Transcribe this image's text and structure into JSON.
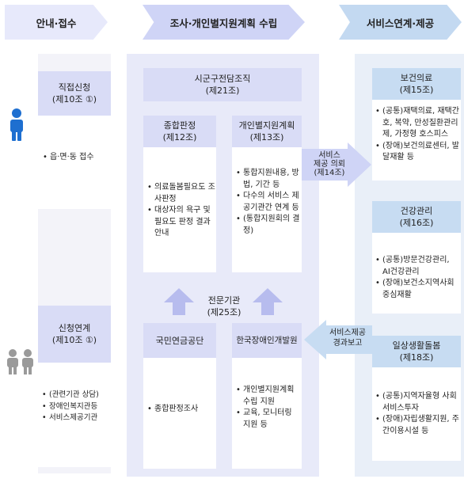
{
  "stages": [
    {
      "label": "안내·접수"
    },
    {
      "label": "조사·개인별지원계획 수립"
    },
    {
      "label": "서비스연계·제공"
    }
  ],
  "intake": {
    "direct": {
      "title": "직접신청",
      "article": "(제10조 ①)",
      "items": [
        "읍·면·동 접수"
      ]
    },
    "linked": {
      "title": "신청연계",
      "article": "(제10조 ①)",
      "items": [
        "(관련기관 상담)",
        "장애인복지관등",
        "서비스제공기관"
      ]
    }
  },
  "planning": {
    "team": {
      "title": "시군구전담조직",
      "article": "(제21조)"
    },
    "judgment": {
      "title": "종합판정",
      "article": "(제12조)",
      "items": [
        "의료돌봄필요도 조사판정",
        "대상자의 욕구 및 필요도 판정 결과 안내"
      ]
    },
    "plan": {
      "title": "개인별지원계획",
      "article": "(제13조)",
      "items": [
        "통합지원내용, 방법, 기간 등",
        "다수의 서비스 제공기관간 연계 등",
        "(통합지원회의 결정)"
      ]
    },
    "experts": {
      "title": "전문기관",
      "article": "(제25조)"
    },
    "nps": {
      "title": "국민연금공단",
      "items": [
        "종합판정조사"
      ]
    },
    "kead": {
      "title": "한국장애인개발원",
      "items": [
        "개인별지원계획 수립 지원",
        "교육, 모니터링 지원 등"
      ]
    }
  },
  "arrows": {
    "request": {
      "line1": "서비스",
      "line2": "제공 의뢰",
      "line3": "(제14조)"
    },
    "report": {
      "line1": "서비스제공",
      "line2": "경과보고"
    }
  },
  "services": {
    "medical": {
      "title": "보건의료",
      "article": "(제15조)",
      "items": [
        "(공통)재택의료, 재택간호, 복약, 만성질환관리제, 가정형 호스피스",
        "(장애)보건의료센터, 발달재활 등"
      ]
    },
    "health": {
      "title": "건강관리",
      "article": "(제16조)",
      "items": [
        "(공통)방문건강관리, AI건강관리",
        "(장애)보건소지역사회중심재활"
      ]
    },
    "care": {
      "title": "일상생활돌봄",
      "article": "(제18조)",
      "items": [
        "(공통)지역자율형 사회서비스투자",
        "(장애)자립생활지원, 주간이용시설 등"
      ]
    }
  },
  "colors": {
    "stage1": "#e7e9fb",
    "stage2": "#cfd4f6",
    "stage3": "#c3d9f1",
    "person_blue": "#1e6fd0",
    "person_gray": "#9a9a9a",
    "arrow": "#b7bcee"
  }
}
